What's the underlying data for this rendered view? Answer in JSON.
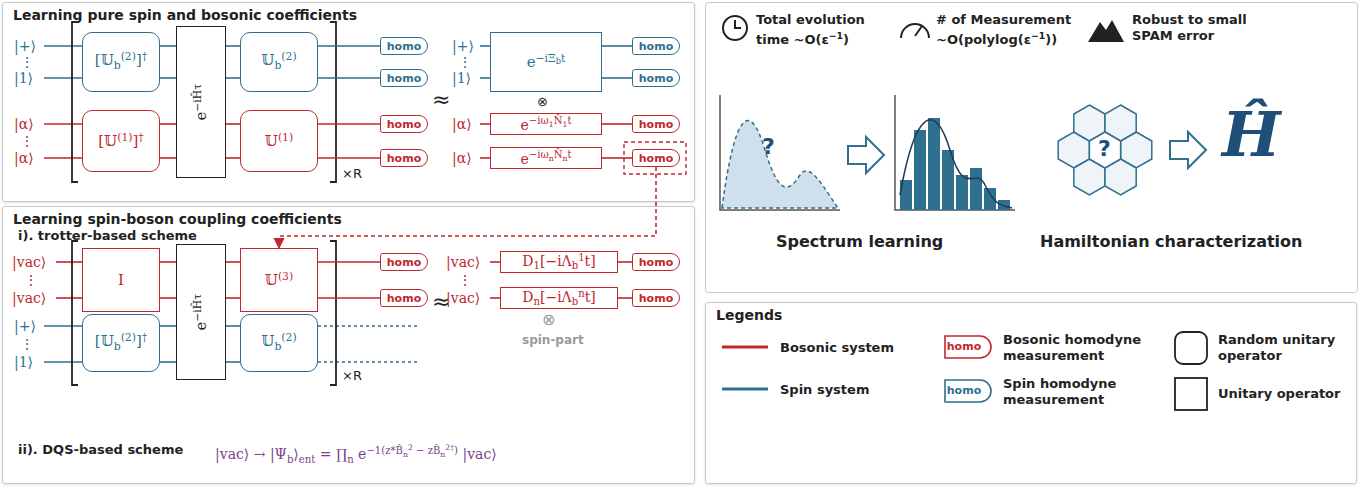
{
  "diagram": {
    "nodes": [
      {
        "text": [
          "Learning pure spin and bosonic coefficients"
        ]
      },
      {
        "text": [
          "[𝕌",
          "b",
          "(2)",
          "]",
          "†"
        ],
        "in": 0
      },
      {
        "text": [
          "[𝕌",
          "(1)",
          "]",
          "†"
        ],
        "in": 0
      },
      {
        "text": [
          "e",
          "−iĤτ"
        ],
        "in": 0
      },
      {
        "text": [
          "𝕌",
          "b",
          "(2)"
        ],
        "in": 0
      },
      {
        "text": [
          "𝕌",
          "(1)"
        ],
        "in": 0
      },
      {
        "text": [
          "homo"
        ],
        "in": 0
      },
      {
        "text": [
          "homo"
        ],
        "in": 0
      },
      {
        "text": [
          "homo"
        ],
        "in": 0
      },
      {
        "text": [
          "homo"
        ],
        "in": 0
      },
      {
        "text": [
          "e",
          "−iΞ",
          "b",
          "t"
        ],
        "in": 0
      },
      {
        "text": [
          "homo"
        ],
        "in": 0
      },
      {
        "text": [
          "homo"
        ],
        "in": 0
      },
      {
        "text": [
          "e",
          "−iω",
          "1",
          "N̂",
          "1",
          "t"
        ],
        "in": 0
      },
      {
        "text": [
          "homo"
        ],
        "in": 0
      },
      {
        "text": [
          "e",
          "−iω",
          "n",
          "N̂",
          "n",
          "t"
        ],
        "in": 0
      },
      {
        "text": [
          "homo"
        ],
        "in": 0
      },
      {
        "text": [
          "Learning spin-boson coupling coefficients"
        ]
      },
      {
        "text": [
          "I"
        ],
        "in": 17
      },
      {
        "text": [
          "e",
          "−iĤτ"
        ],
        "in": 17
      },
      {
        "text": [
          "𝕌",
          "(3)"
        ],
        "in": 17
      },
      {
        "text": [
          "[𝕌",
          "b",
          "(2)",
          "]",
          "†"
        ],
        "in": 17
      },
      {
        "text": [
          "𝕌",
          "b",
          "(2)"
        ],
        "in": 17
      },
      {
        "text": [
          "homo"
        ],
        "in": 17
      },
      {
        "text": [
          "homo"
        ],
        "in": 17
      },
      {
        "text": [
          "D",
          "1",
          "[−iΛ",
          "b",
          "1",
          "t]"
        ],
        "in": 17
      },
      {
        "text": [
          "homo"
        ],
        "in": 17
      },
      {
        "text": [
          "D",
          "n",
          "[−iΛ",
          "b",
          "n",
          "t]"
        ],
        "in": 17
      },
      {
        "text": [
          "homo"
        ],
        "in": 17
      },
      {
        "text": [
          "Legends"
        ]
      }
    ],
    "edges": [
      {
        "from": 1,
        "to": 3,
        "arrow": "none"
      },
      {
        "from": 1,
        "to": 3,
        "arrow": "none"
      },
      {
        "from": 2,
        "to": 3,
        "arrow": "none"
      },
      {
        "from": 2,
        "to": 3,
        "arrow": "none"
      },
      {
        "from": 3,
        "to": 4,
        "arrow": "none"
      },
      {
        "from": 3,
        "to": 4,
        "arrow": "none"
      },
      {
        "from": 3,
        "to": 5,
        "arrow": "none"
      },
      {
        "from": 3,
        "to": 5,
        "arrow": "none"
      },
      {
        "from": 4,
        "to": 6,
        "arrow": "none"
      },
      {
        "from": 4,
        "to": 7,
        "arrow": "none"
      },
      {
        "from": 5,
        "to": 8,
        "arrow": "none"
      },
      {
        "from": 5,
        "to": 9,
        "arrow": "none"
      },
      {
        "from": 10,
        "to": 11,
        "arrow": "none"
      },
      {
        "from": 10,
        "to": 12,
        "arrow": "none"
      },
      {
        "from": 13,
        "to": 14,
        "arrow": "none"
      },
      {
        "from": 15,
        "to": 16,
        "arrow": "none"
      },
      {
        "from": 16,
        "to": 20,
        "arrow": "to"
      },
      {
        "from": 18,
        "to": 19,
        "arrow": "none"
      },
      {
        "from": 18,
        "to": 19,
        "arrow": "none"
      },
      {
        "from": 21,
        "to": 19,
        "arrow": "none"
      },
      {
        "from": 21,
        "to": 19,
        "arrow": "none"
      },
      {
        "from": 19,
        "to": 20,
        "arrow": "none"
      },
      {
        "from": 19,
        "to": 20,
        "arrow": "none"
      },
      {
        "from": 19,
        "to": 22,
        "arrow": "none"
      },
      {
        "from": 19,
        "to": 22,
        "arrow": "none"
      },
      {
        "from": 20,
        "to": 23,
        "arrow": "none"
      },
      {
        "from": 20,
        "to": 24,
        "arrow": "none"
      },
      {
        "from": 25,
        "to": 26,
        "arrow": "none"
      },
      {
        "from": 27,
        "to": 28,
        "arrow": "none"
      }
    ],
    "labels": [
      "|+⟩",
      "⋮",
      "|1⟩",
      "|α⟩",
      "⋮",
      "|α⟩",
      "×R",
      "≈",
      "|+⟩",
      "⋮",
      "|1⟩",
      "⊗",
      "|α⟩",
      "|α⟩",
      "i). trotter-based scheme",
      "|vac⟩",
      "⋮",
      "|vac⟩",
      "|+⟩",
      "⋮",
      "|1⟩",
      "×R",
      "≈",
      "|vac⟩",
      "⋮",
      "|vac⟩",
      "⊗",
      "spin-part",
      "ii). DQS-based scheme",
      "|vac⟩ → |Ψ",
      "b",
      "⟩",
      "ent",
      " = ∏",
      "n",
      " e",
      "−1(z*B̂",
      "n",
      "2",
      " − zB̂",
      "n",
      "2†",
      ")",
      " |vac⟩",
      "Total evolution time ~O(ε",
      "−1",
      ")",
      "# of Measurement ~O(polylog(ε",
      "−1",
      "))",
      "Robust to small SPAM error",
      "?",
      "Spectrum learning",
      "?",
      "Ĥ",
      "Hamiltonian characterization",
      "homo",
      "homo"
    ],
    "legend": [
      {
        "text": "Bosonic system"
      },
      {
        "text": "Spin system"
      },
      {
        "text": "Bosonic homodyne measurement"
      },
      {
        "text": "Spin homodyne measurement"
      },
      {
        "text": "Random unitary operator"
      },
      {
        "text": "Unitary operator"
      }
    ]
  }
}
